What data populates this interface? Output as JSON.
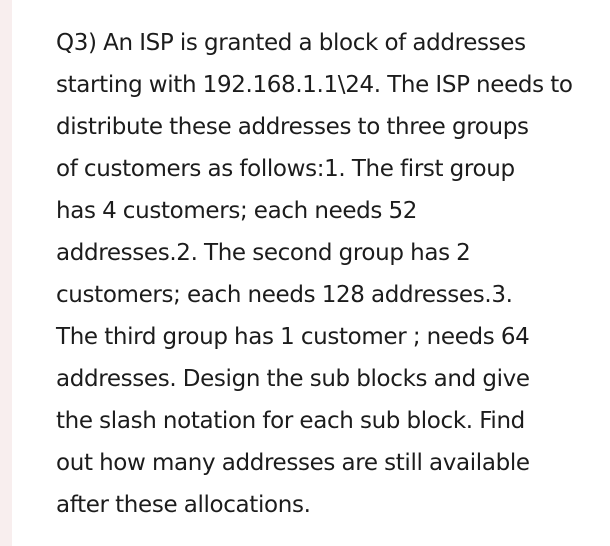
{
  "question": {
    "lines": [
      "Q3) An ISP is granted a block of addresses",
      "starting with 192.168.1.1\\24. The ISP needs to",
      "distribute these addresses to three groups",
      "of customers as follows:1. The first group",
      "has 4 customers; each needs 52",
      "addresses.2. The second group has 2",
      "customers; each needs 128 addresses.3.",
      "The third group has 1 customer ; needs 64",
      "addresses. Design the sub blocks and give",
      "the slash notation for each sub block. Find",
      "out how many addresses are still available",
      "after these allocations."
    ]
  },
  "colors": {
    "text": "#1c1c1c",
    "background": "#ffffff",
    "left_margin": "#f8eeee"
  }
}
